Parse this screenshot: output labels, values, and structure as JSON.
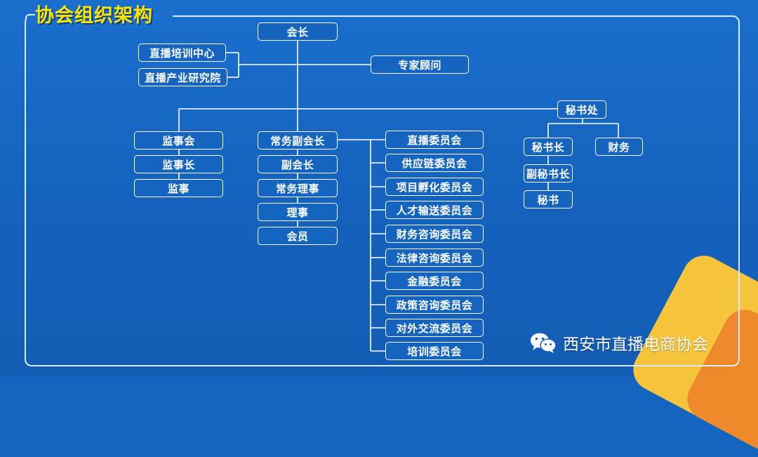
{
  "title": "协会组织架构",
  "watermark": "西安市直播电商协会",
  "colors": {
    "background": "#1565c0",
    "title": "#ffe400",
    "line": "#ffffff",
    "accent_yellow": "#f6c53b",
    "accent_orange": "#ef8a2c"
  },
  "nodes": {
    "president": "会长",
    "training_center": "直播培训中心",
    "industry_institute": "直播产业研究院",
    "expert_advisor": "专家顾问",
    "secretariat": "秘书处",
    "supervisory_board": "监事会",
    "chief_supervisor": "监事长",
    "supervisor": "监事",
    "executive_vice_president": "常务副会长",
    "vice_president": "副会长",
    "executive_director": "常务理事",
    "director": "理事",
    "member": "会员",
    "secretary_general": "秘书长",
    "deputy_secretary_general": "副秘书长",
    "secretary": "秘书",
    "finance": "财务"
  },
  "committees": [
    "直播委员会",
    "供应链委员会",
    "项目孵化委员会",
    "人才输送委员会",
    "财务咨询委员会",
    "法律咨询委员会",
    "金融委员会",
    "政策咨询委员会",
    "对外交流委员会",
    "培训委员会"
  ]
}
